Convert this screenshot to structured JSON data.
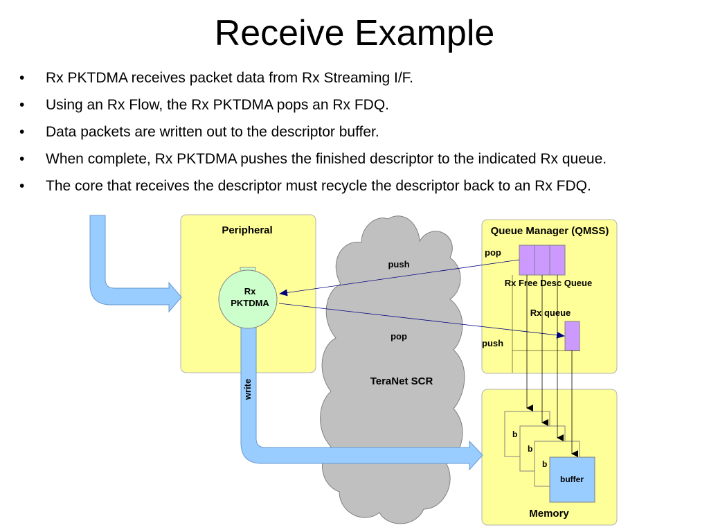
{
  "slide": {
    "title": "Receive Example",
    "bullets": [
      "Rx PKTDMA receives packet data from Rx Streaming I/F.",
      "Using an Rx Flow, the Rx PKTDMA pops an Rx FDQ.",
      "Data packets are written out to the descriptor buffer.",
      "When complete, Rx PKTDMA pushes the finished descriptor to the indicated Rx queue.",
      "The core that receives the descriptor must recycle the descriptor back to an Rx FDQ."
    ],
    "bullet_glyph": "•"
  },
  "diagram": {
    "peripheral_label": "Peripheral",
    "pktdma_line1": "Rx",
    "pktdma_line2": "PKTDMA",
    "teranet_label": "TeraNet SCR",
    "teranet_push": "push",
    "teranet_pop": "pop",
    "qm_title": "Queue Manager (QMSS)",
    "qm_pop": "pop",
    "free_queue_label": "Rx Free Desc Queue",
    "rx_queue_label": "Rx queue",
    "qm_push": "push",
    "write_label": "write",
    "memory_label": "Memory",
    "buffer_labels": [
      "b",
      "b",
      "b",
      "buffer"
    ],
    "colors": {
      "box_yellow": "#ffff99",
      "circle_green": "#ccffcc",
      "queue_purple": "#cc99ff",
      "pipe_blue": "#99ccff",
      "cloud_gray": "#c0c0c0",
      "buffer_blue": "#99ccff"
    }
  }
}
